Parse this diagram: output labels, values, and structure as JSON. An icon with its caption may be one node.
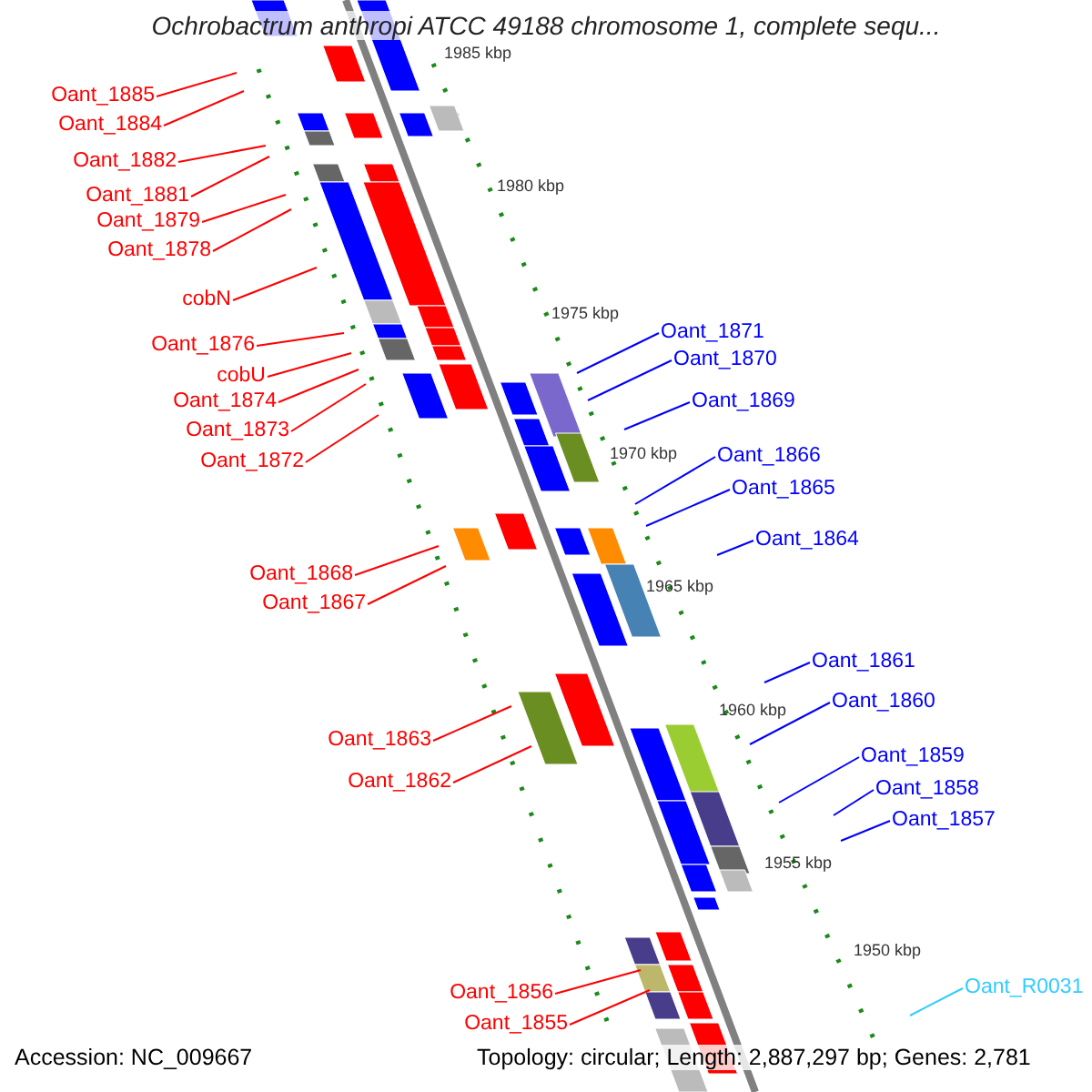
{
  "diagram": {
    "title": "Ochrobactrum anthropi ATCC 49188 chromosome 1, complete sequ...",
    "nodes": [
      {
        "text": [
          "Oant_1885"
        ]
      },
      {
        "text": [
          "Oant_1884"
        ]
      },
      {
        "text": [
          "Oant_1882"
        ]
      },
      {
        "text": [
          "Oant_1881"
        ]
      },
      {
        "text": [
          "Oant_1879"
        ]
      },
      {
        "text": [
          "Oant_1878"
        ]
      },
      {
        "text": [
          "cobN"
        ]
      },
      {
        "text": [
          "Oant_1876"
        ]
      },
      {
        "text": [
          "cobU"
        ]
      },
      {
        "text": [
          "Oant_1874"
        ]
      },
      {
        "text": [
          "Oant_1873"
        ]
      },
      {
        "text": [
          "Oant_1872"
        ]
      },
      {
        "text": [
          "Oant_1871"
        ]
      },
      {
        "text": [
          "Oant_1870"
        ]
      },
      {
        "text": [
          "Oant_1869"
        ]
      },
      {
        "text": [
          "Oant_1866"
        ]
      },
      {
        "text": [
          "Oant_1865"
        ]
      },
      {
        "text": [
          "Oant_1868"
        ]
      },
      {
        "text": [
          "Oant_1867"
        ]
      },
      {
        "text": [
          "Oant_1864"
        ]
      },
      {
        "text": [
          "Oant_1861"
        ]
      },
      {
        "text": [
          "Oant_1860"
        ]
      },
      {
        "text": [
          "Oant_1863"
        ]
      },
      {
        "text": [
          "Oant_1862"
        ]
      },
      {
        "text": [
          "Oant_1859"
        ]
      },
      {
        "text": [
          "Oant_1858"
        ]
      },
      {
        "text": [
          "Oant_1857"
        ]
      },
      {
        "text": [
          "Oant_R0031"
        ]
      },
      {
        "text": [
          "Oant_1856"
        ]
      },
      {
        "text": [
          "Oant_1855"
        ]
      }
    ],
    "edges": [
      {
        "from": 0,
        "to": null,
        "arrow": "none"
      },
      {
        "from": 1,
        "to": null,
        "arrow": "none"
      },
      {
        "from": 2,
        "to": null,
        "arrow": "none"
      },
      {
        "from": 3,
        "to": null,
        "arrow": "none"
      },
      {
        "from": 4,
        "to": null,
        "arrow": "none"
      },
      {
        "from": 5,
        "to": null,
        "arrow": "none"
      },
      {
        "from": 6,
        "to": null,
        "arrow": "none"
      },
      {
        "from": 7,
        "to": null,
        "arrow": "none"
      },
      {
        "from": 8,
        "to": null,
        "arrow": "none"
      },
      {
        "from": 9,
        "to": null,
        "arrow": "none"
      },
      {
        "from": 10,
        "to": null,
        "arrow": "none"
      },
      {
        "from": 11,
        "to": null,
        "arrow": "none"
      },
      {
        "from": 12,
        "to": null,
        "arrow": "none",
        "color": "#0000ff"
      },
      {
        "from": 13,
        "to": null,
        "arrow": "none",
        "color": "#0000ff"
      },
      {
        "from": 14,
        "to": null,
        "arrow": "none",
        "color": "#0000ff"
      },
      {
        "from": 15,
        "to": null,
        "arrow": "none",
        "color": "#0000ff"
      },
      {
        "from": 16,
        "to": null,
        "arrow": "none",
        "color": "#0000ff"
      },
      {
        "from": 17,
        "to": null,
        "arrow": "none"
      },
      {
        "from": 18,
        "to": null,
        "arrow": "none"
      },
      {
        "from": 19,
        "to": null,
        "arrow": "none",
        "color": "#0000ff"
      },
      {
        "from": 20,
        "to": null,
        "arrow": "none",
        "color": "#0000ff"
      },
      {
        "from": 21,
        "to": null,
        "arrow": "none",
        "color": "#0000ff"
      },
      {
        "from": 22,
        "to": null,
        "arrow": "none"
      },
      {
        "from": 23,
        "to": null,
        "arrow": "none"
      },
      {
        "from": 24,
        "to": null,
        "arrow": "none",
        "color": "#0000ff"
      },
      {
        "from": 25,
        "to": null,
        "arrow": "none",
        "color": "#0000ff"
      },
      {
        "from": 26,
        "to": null,
        "arrow": "none",
        "color": "#0000ff"
      },
      {
        "from": 27,
        "to": null,
        "arrow": "none",
        "color": "#33ccff"
      },
      {
        "from": 28,
        "to": null,
        "arrow": "none"
      },
      {
        "from": 29,
        "to": null,
        "arrow": "none"
      }
    ],
    "labels": [
      "1985 kbp",
      "1980 kbp",
      "1975 kbp",
      "1970 kbp",
      "1965 kbp",
      "1960 kbp",
      "1955 kbp",
      "1950 kbp",
      "Accession: NC_009667",
      "Topology: circular; Length: 2,887,297 bp; Genes: 2,781"
    ]
  }
}
